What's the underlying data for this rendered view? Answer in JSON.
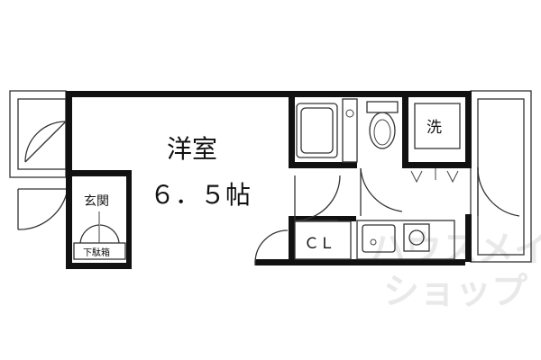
{
  "rooms": {
    "western_room_name": "洋室",
    "western_room_size": "６．５帖",
    "entrance": "玄関",
    "shoe_box": "下駄箱",
    "closet": "ＣＬ",
    "washer": "洗"
  },
  "watermark": {
    "line1": "ハウスメイトW",
    "line2": "ショップ"
  },
  "colors": {
    "wall": "#111111",
    "line": "#333333",
    "watermark": "#e9e9e9"
  }
}
